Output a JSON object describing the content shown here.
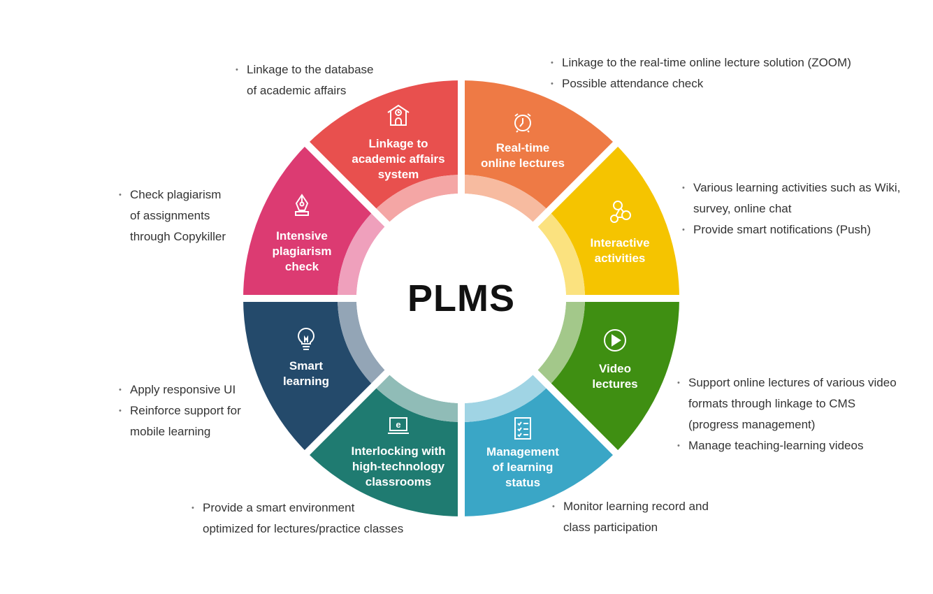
{
  "center_title": "PLMS",
  "segments": [
    {
      "id": "real-time",
      "lines": [
        "Real-time",
        "online lectures"
      ],
      "icon": "alarm-clock-icon",
      "color": "#EE7A45",
      "light": "#F7BBA0"
    },
    {
      "id": "interactive",
      "lines": [
        "Interactive",
        "activities"
      ],
      "icon": "network-nodes-icon",
      "color": "#F5C400",
      "light": "#FBE27F"
    },
    {
      "id": "video",
      "lines": [
        "Video",
        "lectures"
      ],
      "icon": "play-circle-icon",
      "color": "#3F8F12",
      "light": "#A3C88A"
    },
    {
      "id": "management",
      "lines": [
        "Management",
        "of learning",
        "status"
      ],
      "icon": "checklist-icon",
      "color": "#3AA6C6",
      "light": "#A0D4E4"
    },
    {
      "id": "interlocking",
      "lines": [
        "Interlocking with",
        "high-technology",
        "classrooms"
      ],
      "icon": "laptop-e-icon",
      "color": "#1F7B71",
      "light": "#90BCB7"
    },
    {
      "id": "smart",
      "lines": [
        "Smart",
        "learning"
      ],
      "icon": "lightbulb-icon",
      "color": "#244A6B",
      "light": "#93A5B6"
    },
    {
      "id": "plagiarism",
      "lines": [
        "Intensive",
        "plagiarism",
        "check"
      ],
      "icon": "pen-nib-icon",
      "color": "#DC3B72",
      "light": "#EFA0BC"
    },
    {
      "id": "linkage",
      "lines": [
        "Linkage to",
        "academic affairs",
        "system"
      ],
      "icon": "school-clock-icon",
      "color": "#E8504E",
      "light": "#F4A6A5"
    }
  ],
  "notes": {
    "linkage": [
      [
        "Linkage to the database",
        "of academic affairs"
      ]
    ],
    "real_time": [
      [
        "Linkage to the real-time online lecture solution (ZOOM)"
      ],
      [
        "Possible attendance check"
      ]
    ],
    "interactive": [
      [
        "Various learning activities such as Wiki,",
        "survey, online chat"
      ],
      [
        "Provide smart notifications (Push)"
      ]
    ],
    "plagiarism": [
      [
        "Check plagiarism",
        "of assignments",
        "through Copykiller"
      ]
    ],
    "smart": [
      [
        "Apply responsive UI"
      ],
      [
        "Reinforce support for",
        "mobile learning"
      ]
    ],
    "video": [
      [
        "Support online lectures of various video",
        "formats through linkage to CMS",
        "(progress management)"
      ],
      [
        "Manage teaching-learning videos"
      ]
    ],
    "interlocking": [
      [
        "Provide a smart environment",
        "optimized for lectures/practice classes"
      ]
    ],
    "management": [
      [
        "Monitor learning record and",
        "class participation"
      ]
    ]
  }
}
